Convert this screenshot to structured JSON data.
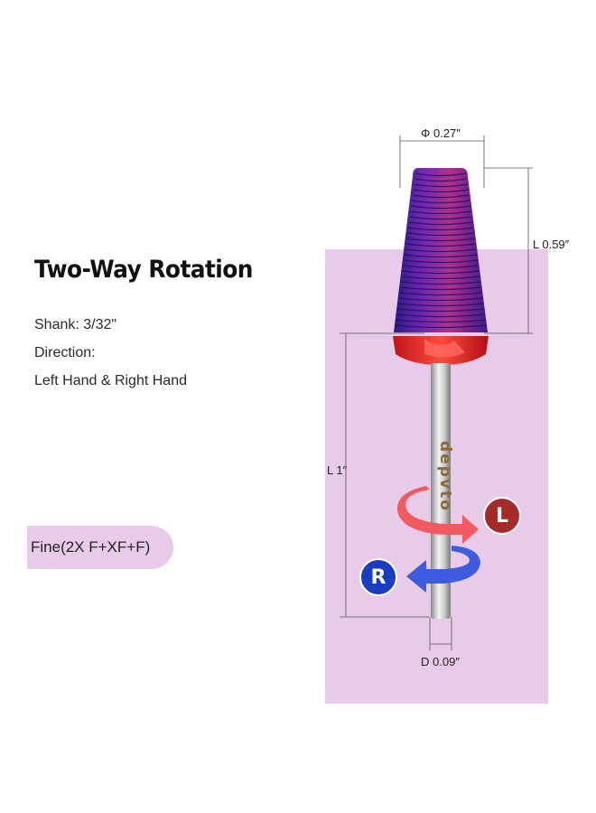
{
  "title": "Two-Way Rotation",
  "specs": {
    "shank": "Shank: 3/32\"",
    "direction_label": "Direction:",
    "direction_value": "Left Hand & Right Hand"
  },
  "grade": "Fine(2X F+XF+F)",
  "dimensions": {
    "head_diameter": "Φ 0.27″",
    "head_length": "L 0.59″",
    "total_length": "L 1″",
    "shank_diameter": "D 0.09″"
  },
  "brand_mark": "depvto",
  "rotation": {
    "left": "L",
    "right": "R"
  },
  "colors": {
    "accent_panel": "#e8cbe8",
    "left_badge": "#a52a2a",
    "right_badge": "#1a3cc0",
    "left_arrow": "#f05a60",
    "right_arrow": "#3d5ce0",
    "bit_head": "#5a1e9c",
    "collar": "#e8231f"
  }
}
